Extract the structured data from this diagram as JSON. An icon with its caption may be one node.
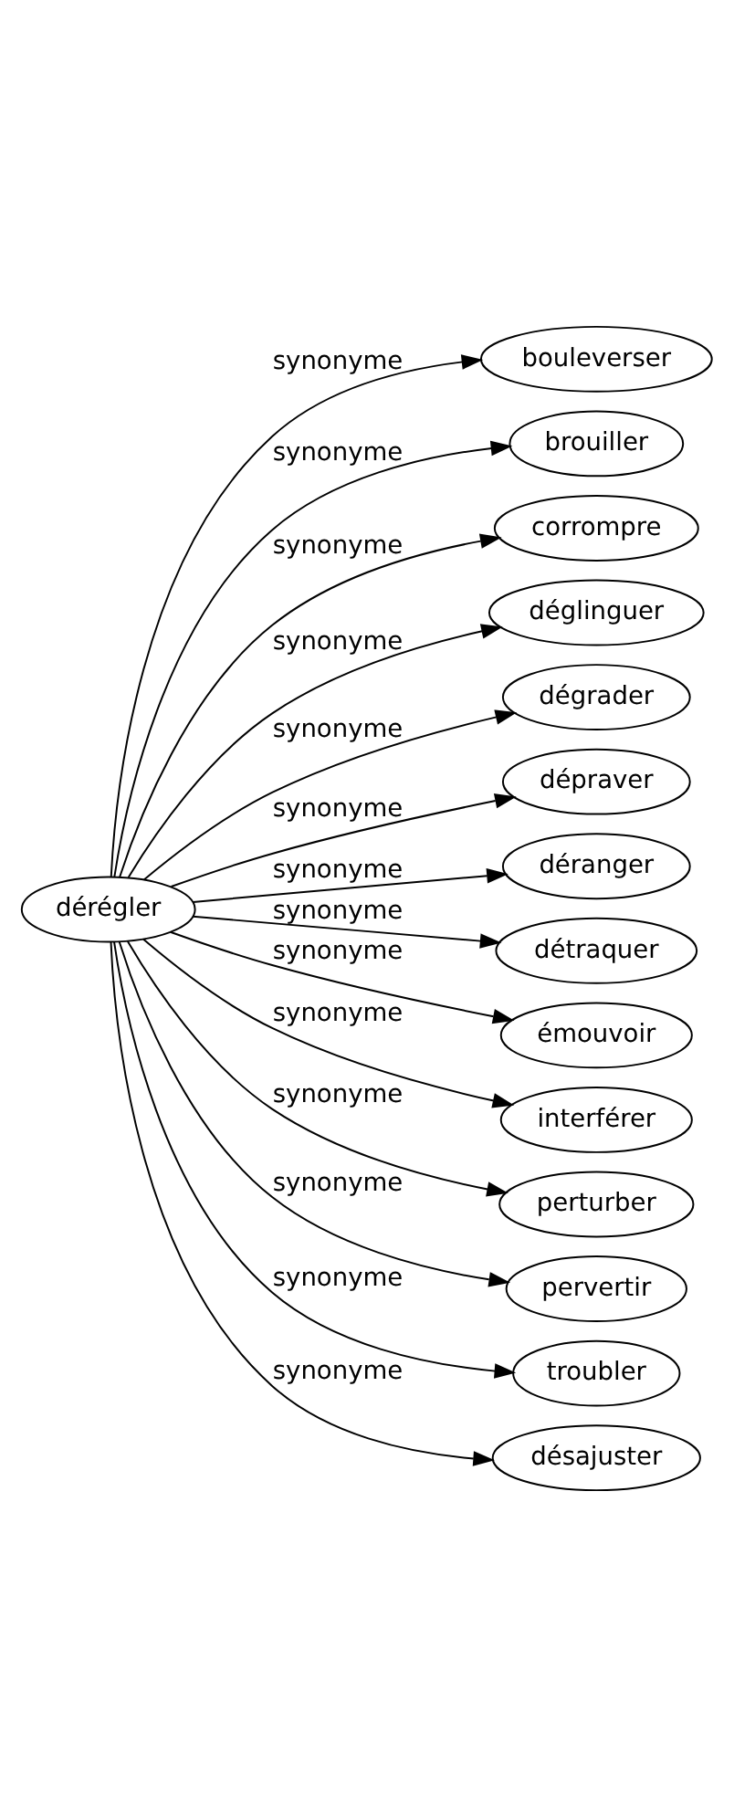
{
  "diagram": {
    "nodes": [
      {
        "text": [
          "dérégler"
        ]
      },
      {
        "text": [
          "bouleverser"
        ]
      },
      {
        "text": [
          "brouiller"
        ]
      },
      {
        "text": [
          "corrompre"
        ]
      },
      {
        "text": [
          "déglinguer"
        ]
      },
      {
        "text": [
          "dégrader"
        ]
      },
      {
        "text": [
          "dépraver"
        ]
      },
      {
        "text": [
          "déranger"
        ]
      },
      {
        "text": [
          "détraquer"
        ]
      },
      {
        "text": [
          "émouvoir"
        ]
      },
      {
        "text": [
          "interférer"
        ]
      },
      {
        "text": [
          "perturber"
        ]
      },
      {
        "text": [
          "pervertir"
        ]
      },
      {
        "text": [
          "troubler"
        ]
      },
      {
        "text": [
          "désajuster"
        ]
      }
    ],
    "edges": [
      {
        "from": 0,
        "to": 1,
        "arrow": "to",
        "label": "synonyme"
      },
      {
        "from": 0,
        "to": 2,
        "arrow": "to",
        "label": "synonyme"
      },
      {
        "from": 0,
        "to": 3,
        "arrow": "to",
        "label": "synonyme"
      },
      {
        "from": 0,
        "to": 4,
        "arrow": "to",
        "label": "synonyme"
      },
      {
        "from": 0,
        "to": 5,
        "arrow": "to",
        "label": "synonyme"
      },
      {
        "from": 0,
        "to": 6,
        "arrow": "to",
        "label": "synonyme"
      },
      {
        "from": 0,
        "to": 7,
        "arrow": "to",
        "label": "synonyme"
      },
      {
        "from": 0,
        "to": 8,
        "arrow": "to",
        "label": "synonyme"
      },
      {
        "from": 0,
        "to": 9,
        "arrow": "to",
        "label": "synonyme"
      },
      {
        "from": 0,
        "to": 10,
        "arrow": "to",
        "label": "synonyme"
      },
      {
        "from": 0,
        "to": 11,
        "arrow": "to",
        "label": "synonyme"
      },
      {
        "from": 0,
        "to": 12,
        "arrow": "to",
        "label": "synonyme"
      },
      {
        "from": 0,
        "to": 13,
        "arrow": "to",
        "label": "synonyme"
      },
      {
        "from": 0,
        "to": 14,
        "arrow": "to",
        "label": "synonyme"
      }
    ]
  }
}
